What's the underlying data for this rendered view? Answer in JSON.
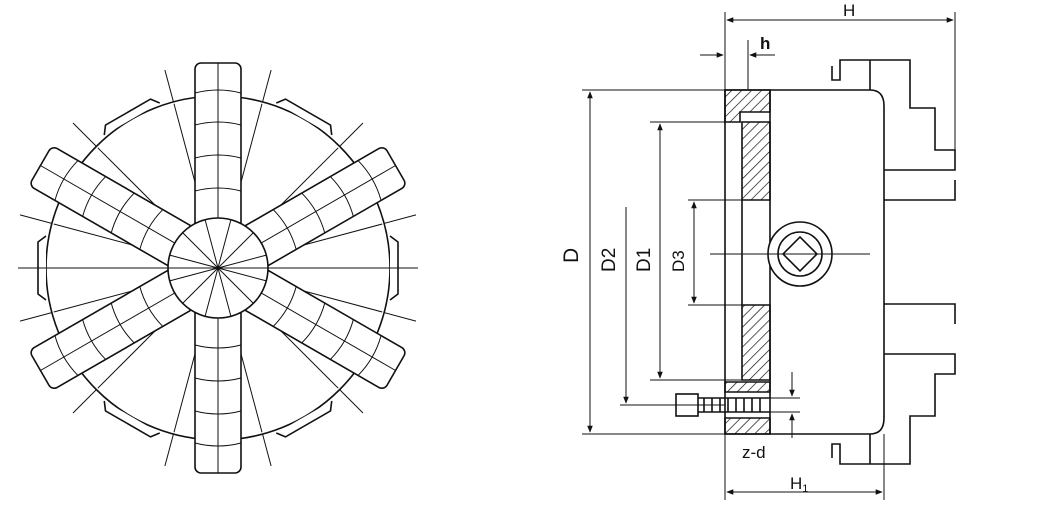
{
  "figure": {
    "front_view": {
      "jaw_count": 6
    },
    "side_view": {
      "labels": {
        "H": "H",
        "h": "h",
        "D": "D",
        "D2": "D2",
        "D1": "D1",
        "D3": "D3",
        "z_d": "z-d",
        "H1_main": "H",
        "H1_sub": "1"
      }
    }
  }
}
